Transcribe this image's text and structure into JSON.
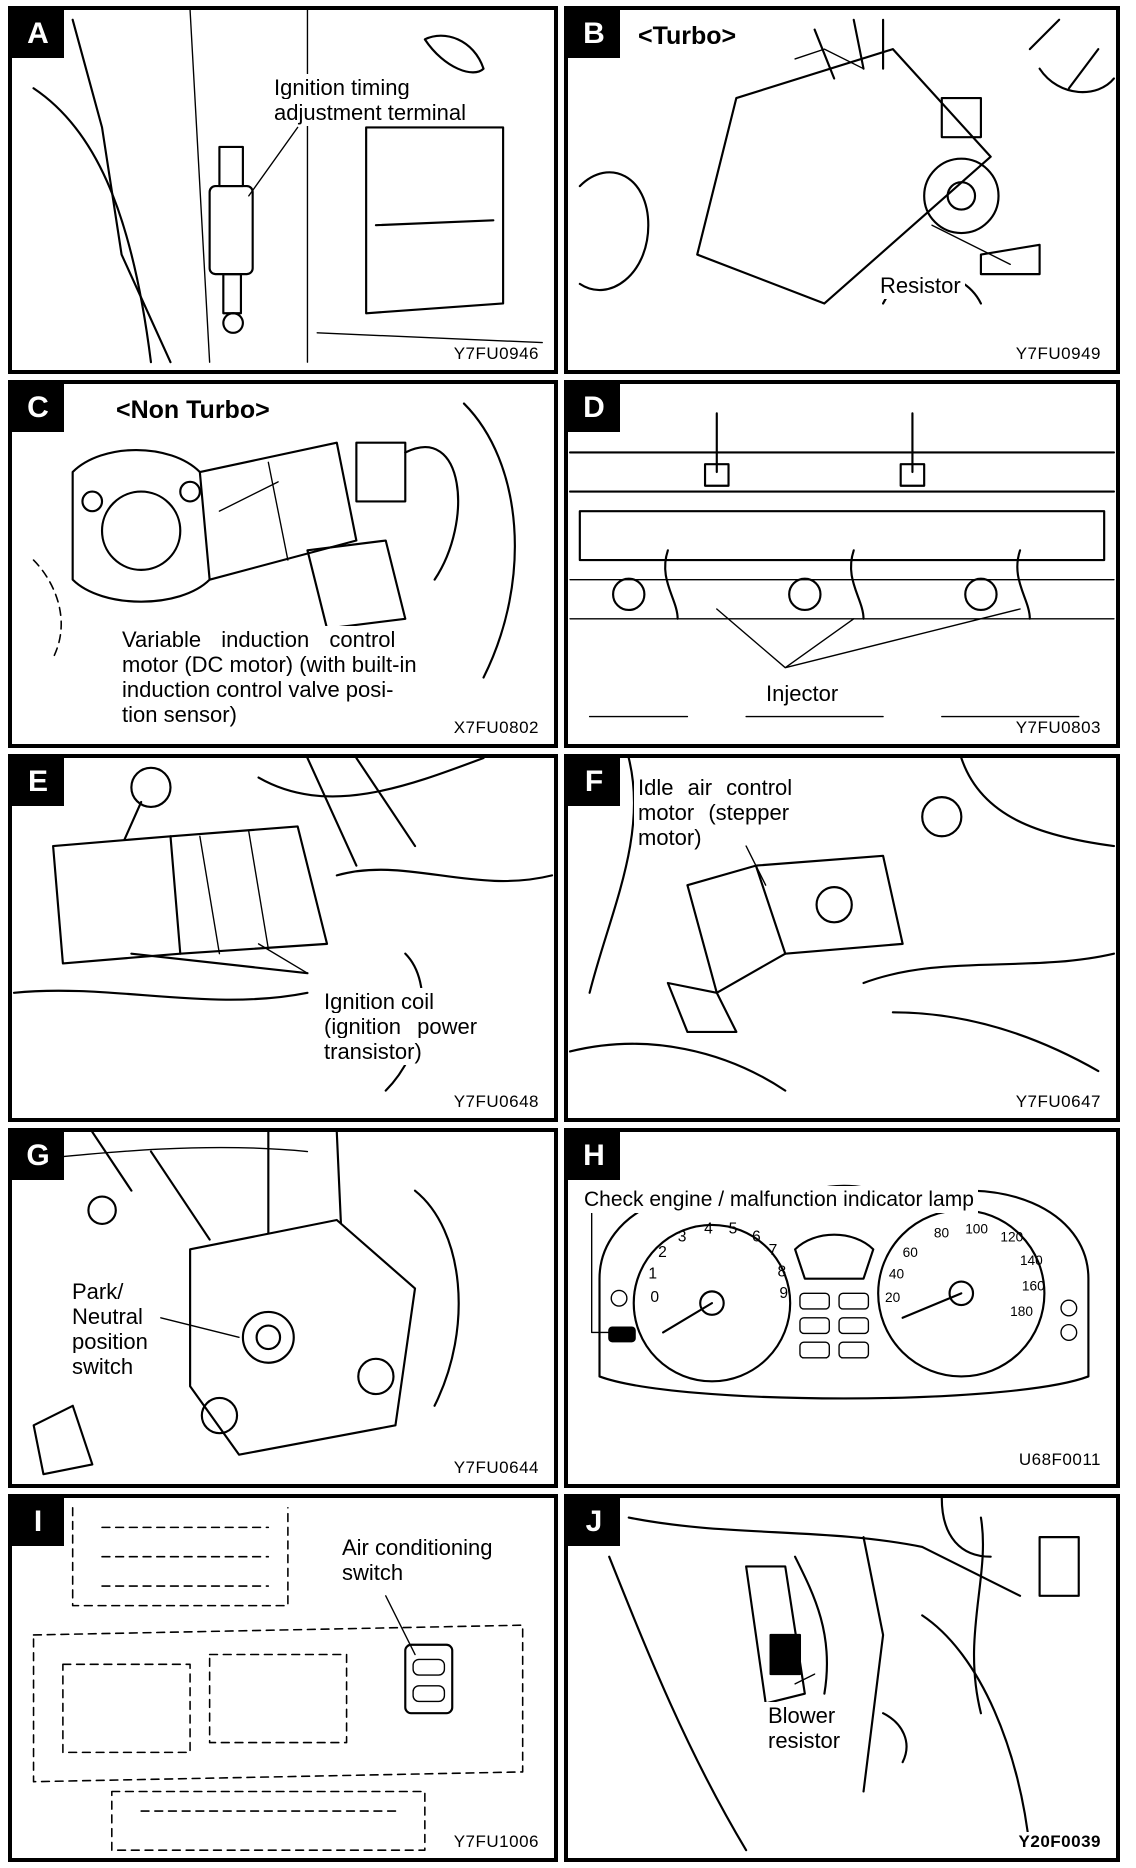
{
  "panels": {
    "A": {
      "letter": "A",
      "label_line1": "Ignition timing",
      "label_line2": "adjustment terminal",
      "code": "Y7FU0946"
    },
    "B": {
      "letter": "B",
      "subtitle": "<Turbo>",
      "label": "Resistor",
      "code": "Y7FU0949"
    },
    "C": {
      "letter": "C",
      "subtitle": "<Non Turbo>",
      "label_line1": "Variable induction control",
      "label_line2": "motor (DC motor) (with built-in",
      "label_line3": "induction control valve posi-",
      "label_line4": "tion sensor)",
      "code": "X7FU0802"
    },
    "D": {
      "letter": "D",
      "label": "Injector",
      "code": "Y7FU0803"
    },
    "E": {
      "letter": "E",
      "label_line1": "Ignition coil",
      "label_line2": "(ignition power",
      "label_line3": "transistor)",
      "code": "Y7FU0648"
    },
    "F": {
      "letter": "F",
      "label_line1": "Idle air control",
      "label_line2": "motor (stepper",
      "label_line3": "motor)",
      "code": "Y7FU0647"
    },
    "G": {
      "letter": "G",
      "label_line1": "Park/",
      "label_line2": "Neutral",
      "label_line3": "position",
      "label_line4": "switch",
      "code": "Y7FU0644"
    },
    "H": {
      "letter": "H",
      "label": "Check engine / malfunction indicator lamp",
      "code": "U68F0011"
    },
    "I": {
      "letter": "I",
      "label_line1": "Air conditioning",
      "label_line2": "switch",
      "code": "Y7FU1006"
    },
    "J": {
      "letter": "J",
      "label_line1": "Blower",
      "label_line2": "resistor",
      "code": "Y20F0039"
    }
  }
}
